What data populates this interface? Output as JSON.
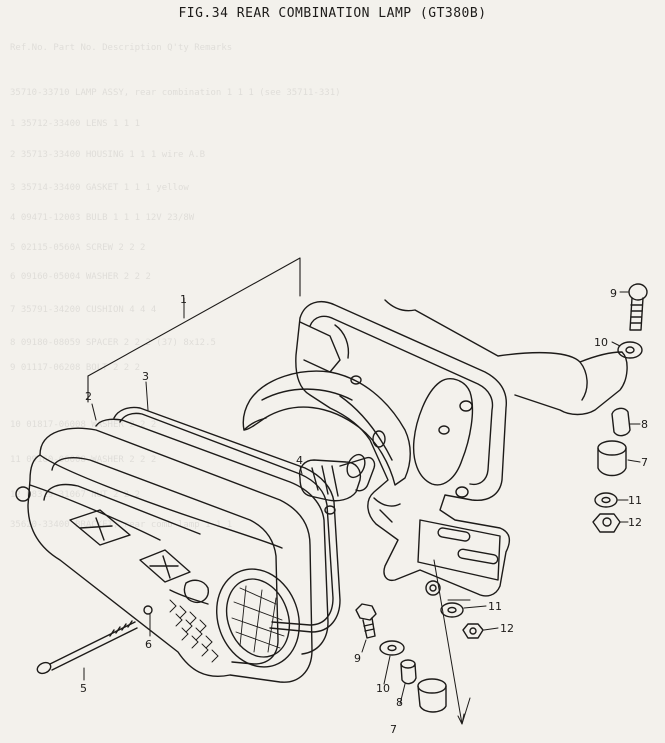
{
  "title": "FIG.34  REAR COMBINATION LAMP (GT380B)",
  "ghost_lines": [
    "Ref.No.  Part  No.           Description            Q'ty     Remarks",
    "        35710-33710  LAMP ASSY, rear combination   1  1  1   (see 35711-331)",
    "    1   35712-33400  LENS                          1  1  1",
    "    2   35713-33400  HOUSING                       1  1  1   wire A.B",
    "    3   35714-33400  GASKET                        1  1  1   yellow",
    "    4   09471-12003  BULB                          1  1  1   12V 23/8W",
    "    5   02115-0560A  SCREW                         2  2  2",
    "    6   09160-05004  WASHER                        2  2  2",
    "    7   35791-34200  CUSHION                       4  4  4",
    "    8   09180-08059  SPACER                        2  2  2   (37) 8x12.5",
    "    9   01117-06208  BOLT                          2  2  2",
    "   10   01817-06008  WASHER                        2  2  2",
    "   11   09160-06008  WASHER                        2  2  2",
    "   12   08319-31067  NUT                           2  2  2",
    "        35620-33400  BRACKET, rear comb lamp       1  1  1"
  ],
  "callouts": [
    {
      "id": "1",
      "label": "1"
    },
    {
      "id": "2",
      "label": "2"
    },
    {
      "id": "3",
      "label": "3"
    },
    {
      "id": "4",
      "label": "4"
    },
    {
      "id": "5",
      "label": "5"
    },
    {
      "id": "6",
      "label": "6"
    },
    {
      "id": "7a",
      "label": "7"
    },
    {
      "id": "7b",
      "label": "7"
    },
    {
      "id": "8a",
      "label": "8"
    },
    {
      "id": "8b",
      "label": "8"
    },
    {
      "id": "9a",
      "label": "9"
    },
    {
      "id": "9b",
      "label": "9"
    },
    {
      "id": "10a",
      "label": "10"
    },
    {
      "id": "10b",
      "label": "10"
    },
    {
      "id": "11a",
      "label": "11"
    },
    {
      "id": "11b",
      "label": "11"
    },
    {
      "id": "12a",
      "label": "12"
    },
    {
      "id": "12b",
      "label": "12"
    }
  ],
  "colors": {
    "ink": "#1d1b19",
    "paper": "#f3f1ec"
  }
}
